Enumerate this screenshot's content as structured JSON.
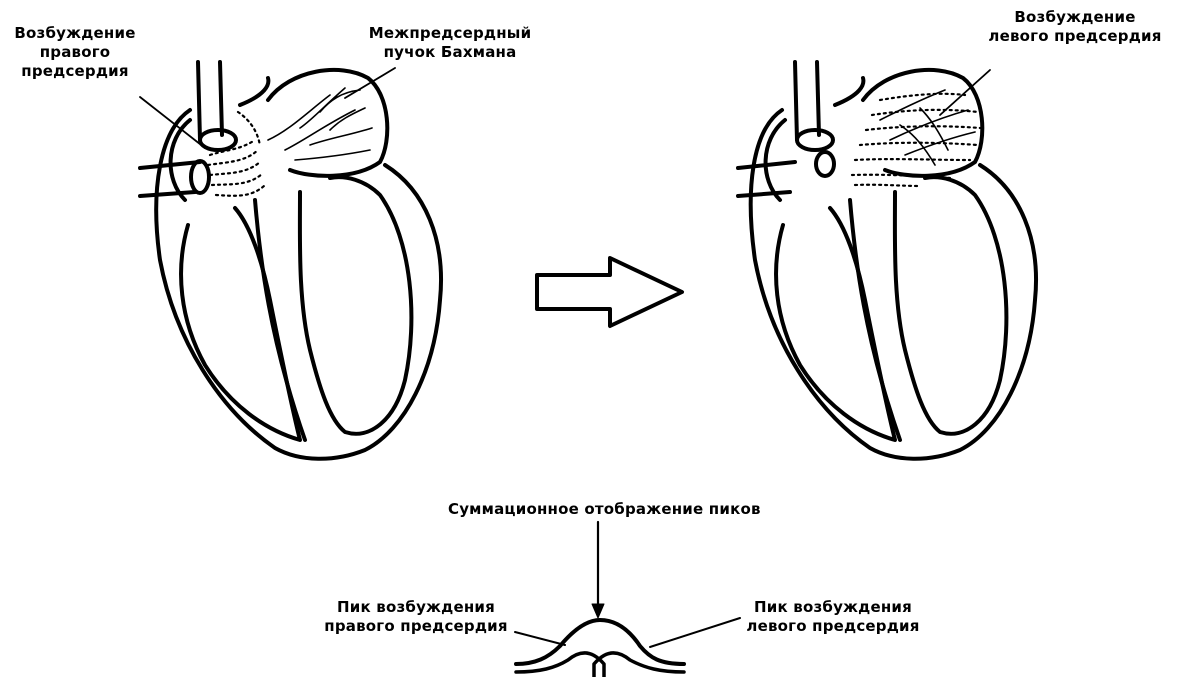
{
  "labels": {
    "right_atrium_excitation": [
      "Возбуждение",
      "правого",
      "предсердия"
    ],
    "bachmann_bundle": [
      "Межпредсердный",
      "пучок Бахмана"
    ],
    "left_atrium_excitation": [
      "Возбуждение",
      "левого предсердия"
    ],
    "summation": "Суммационное отображение пиков",
    "right_peak": [
      "Пик возбуждения",
      "правого предсердия"
    ],
    "left_peak": [
      "Пик возбуждения",
      "левого предсердия"
    ]
  },
  "colors": {
    "ink": "#000000",
    "background": "#ffffff"
  }
}
